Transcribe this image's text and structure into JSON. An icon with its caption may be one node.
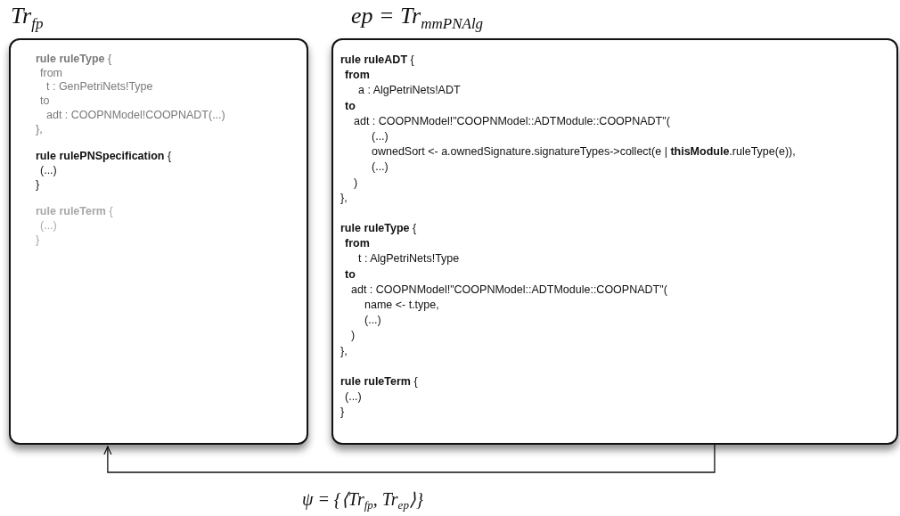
{
  "diagram": {
    "nodes": [
      {
        "text": [
          "Tr$_{fp}$",
          "**rule ruleType** {",
          "from",
          "t : GenPetriNets!Type",
          "to",
          "adt : COOPNModel!COOPNADT(...)",
          "},",
          "**rule rulePNSpecification** {",
          "(...)",
          "}",
          "**rule ruleTerm** {",
          "(...)",
          "}"
        ]
      },
      {
        "text": [
          "ep = Tr$_{mmPNAlg}$",
          "**rule ruleADT** {",
          "from",
          "a : AlgPetriNets!ADT",
          "to",
          "adt : COOPNModel!\"COOPNModel::ADTModule::COOPNADT\"(",
          "(...)",
          "ownedSort <- a.ownedSignature.signatureTypes->collect(e | **thisModule**.ruleType(e)),",
          "(...)",
          ")",
          "},",
          "**rule ruleType** {",
          "from",
          "t  : AlgPetriNets!Type",
          "to",
          "adt : COOPNModel!\"COOPNModel::ADTModule::COOPNADT\"(",
          "name <- t.type,",
          "(...)",
          ")",
          "},",
          "**rule ruleTerm** {",
          "(...)",
          "}"
        ]
      }
    ],
    "edges": [
      {
        "from": 1,
        "to": 0,
        "arrow": "to",
        "label": "ψ = {⟨Tr$_{fp}$, Tr$_{ep}$⟩}"
      }
    ]
  }
}
